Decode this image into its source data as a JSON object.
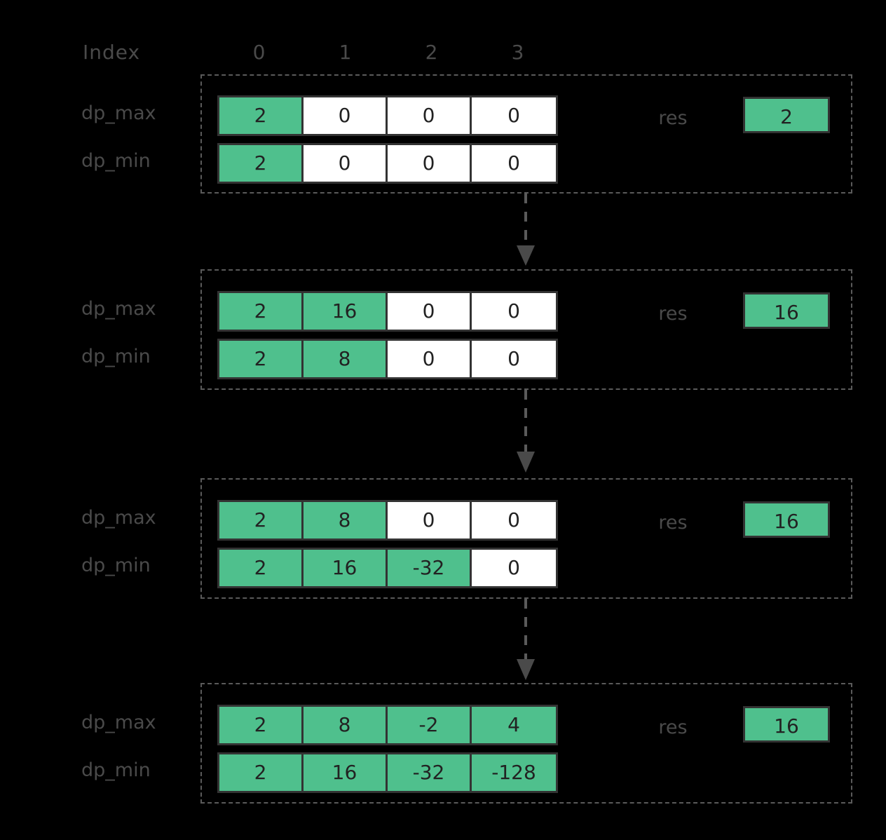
{
  "colors": {
    "background": "#000000",
    "accent_green": "#4FC08D",
    "cell_empty": "#ffffff",
    "border": "#333333",
    "dashed_border": "#5a5a5a",
    "label_text": "#4a4a4a",
    "value_text": "#222222"
  },
  "header": {
    "index_label": "Index",
    "indices": [
      "0",
      "1",
      "2",
      "3"
    ]
  },
  "row_labels": {
    "dp_max": "dp_max",
    "dp_min": "dp_min",
    "res": "res"
  },
  "steps": [
    {
      "dp_max": [
        {
          "value": "2",
          "filled": true
        },
        {
          "value": "0",
          "filled": false
        },
        {
          "value": "0",
          "filled": false
        },
        {
          "value": "0",
          "filled": false
        }
      ],
      "dp_min": [
        {
          "value": "2",
          "filled": true
        },
        {
          "value": "0",
          "filled": false
        },
        {
          "value": "0",
          "filled": false
        },
        {
          "value": "0",
          "filled": false
        }
      ],
      "res": "2"
    },
    {
      "dp_max": [
        {
          "value": "2",
          "filled": true
        },
        {
          "value": "16",
          "filled": true
        },
        {
          "value": "0",
          "filled": false
        },
        {
          "value": "0",
          "filled": false
        }
      ],
      "dp_min": [
        {
          "value": "2",
          "filled": true
        },
        {
          "value": "8",
          "filled": true
        },
        {
          "value": "0",
          "filled": false
        },
        {
          "value": "0",
          "filled": false
        }
      ],
      "res": "16"
    },
    {
      "dp_max": [
        {
          "value": "2",
          "filled": true
        },
        {
          "value": "8",
          "filled": true
        },
        {
          "value": "0",
          "filled": false
        },
        {
          "value": "0",
          "filled": false
        }
      ],
      "dp_min": [
        {
          "value": "2",
          "filled": true
        },
        {
          "value": "16",
          "filled": true
        },
        {
          "value": "-32",
          "filled": true
        },
        {
          "value": "0",
          "filled": false
        }
      ],
      "res": "16"
    },
    {
      "dp_max": [
        {
          "value": "2",
          "filled": true
        },
        {
          "value": "8",
          "filled": true
        },
        {
          "value": "-2",
          "filled": true
        },
        {
          "value": "4",
          "filled": true
        }
      ],
      "dp_min": [
        {
          "value": "2",
          "filled": true
        },
        {
          "value": "16",
          "filled": true
        },
        {
          "value": "-32",
          "filled": true
        },
        {
          "value": "-128",
          "filled": true
        }
      ],
      "res": "16"
    }
  ],
  "connectors": [
    {
      "name": "arrow-step1-to-step2"
    },
    {
      "name": "arrow-step2-to-step3"
    },
    {
      "name": "arrow-step3-to-step4"
    }
  ]
}
